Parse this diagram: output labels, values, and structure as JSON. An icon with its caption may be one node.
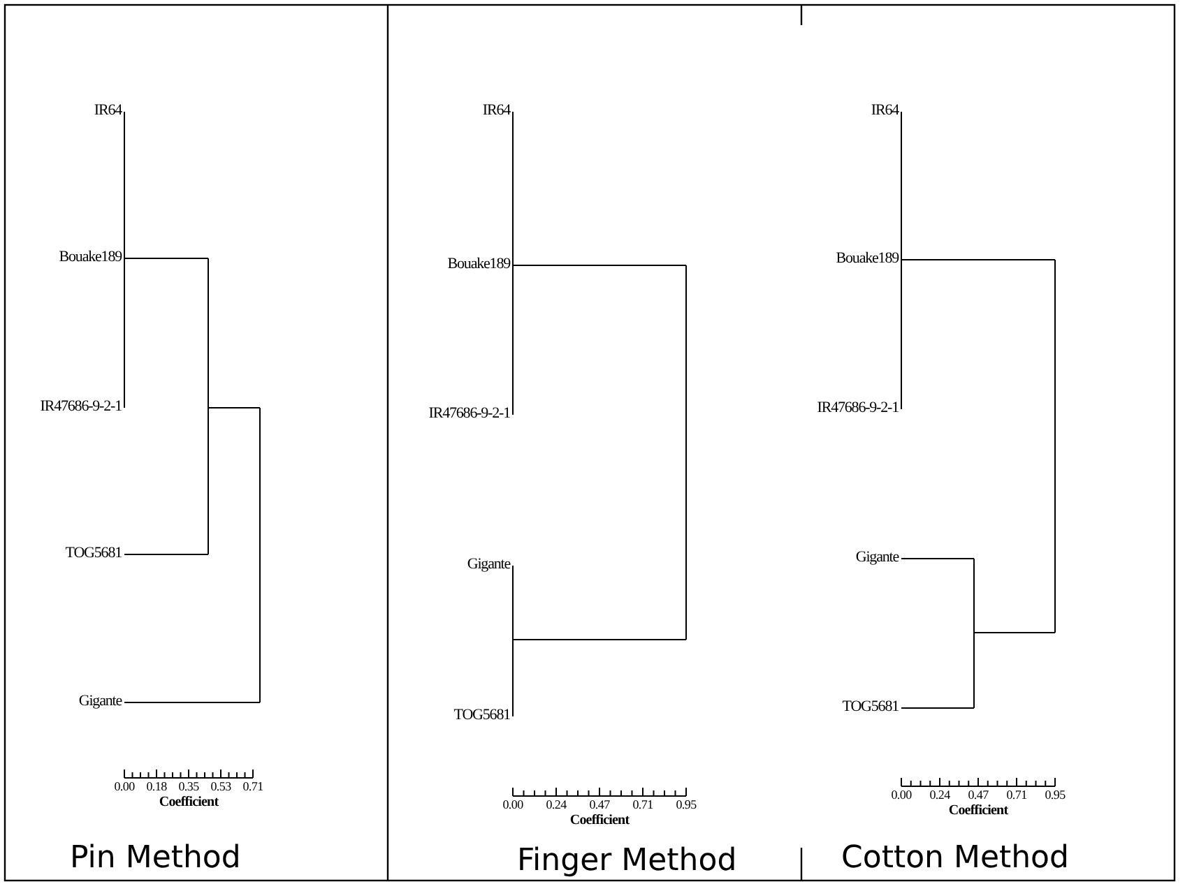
{
  "diagram": {
    "labels": [
      "IR64",
      "Bouake189",
      "IR47686-9-2-1",
      "TOG5681",
      "Gigante",
      "0.00",
      "0.18",
      "0.35",
      "0.53",
      "0.71",
      "Coefficient",
      "Pin Method",
      "IR64",
      "Bouake189",
      "IR47686-9-2-1",
      "Gigante",
      "TOG5681",
      "0.00",
      "0.24",
      "0.47",
      "0.71",
      "0.95",
      "Coefficient",
      "Finger Method",
      "IR64",
      "Bouake189",
      "IR47686-9-2-1",
      "Gigante",
      "TOG5681",
      "0.00",
      "0.24",
      "0.47",
      "0.71",
      "0.95",
      "Coefficient",
      "Cotton Method"
    ]
  }
}
